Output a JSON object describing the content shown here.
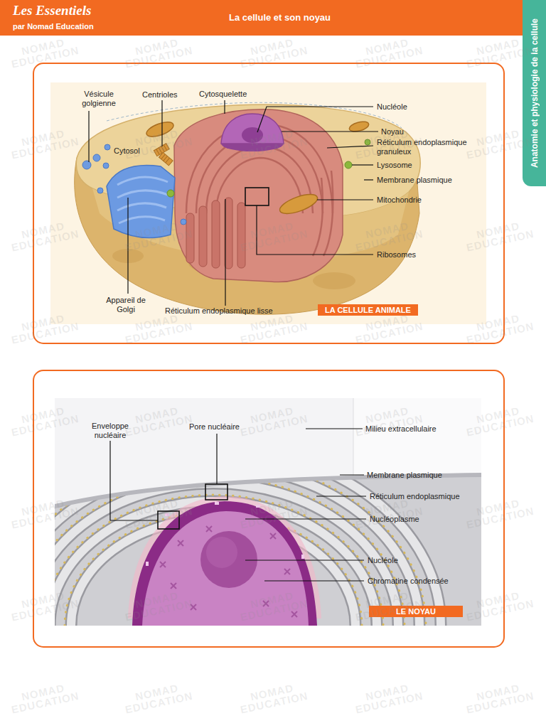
{
  "diagram": {
    "title": "La cellule et son noyau",
    "nodes": [
      {
        "text": [
          "Les Essentiels",
          "par Nomad Education"
        ]
      },
      {
        "text": [
          "Anatomie et physiologie de la cellule"
        ]
      },
      {
        "text": [
          "LA CELLULE ANIMALE"
        ]
      },
      {
        "text": [
          "LE NOYAU"
        ]
      }
    ],
    "labels": [
      "Vésicule golgienne",
      "Centrioles",
      "Cytosquelette",
      "Cytosol",
      "Nucléole",
      "Noyau",
      "Réticulum endoplasmique granuleux",
      "Lysosome",
      "Membrane plasmique",
      "Mitochondrie",
      "Ribosomes",
      "Appareil de Golgi",
      "Réticulum endoplasmique lisse",
      "Enveloppe nucléaire",
      "Pore nucléaire",
      "Milieu extracellulaire",
      "Membrane plasmique",
      "Réticulum endoplasmique",
      "Nucléoplasme",
      "Nucléole",
      "Chromatine condensée",
      "NOMAD EDUCATION",
      "NOMAD EDUCATION",
      "NOMAD EDUCATION",
      "NOMAD EDUCATION",
      "NOMAD EDUCATION",
      "NOMAD EDUCATION",
      "NOMAD EDUCATION",
      "NOMAD EDUCATION",
      "NOMAD EDUCATION",
      "NOMAD EDUCATION",
      "NOMAD EDUCATION",
      "NOMAD EDUCATION",
      "NOMAD EDUCATION",
      "NOMAD EDUCATION",
      "NOMAD EDUCATION",
      "NOMAD EDUCATION",
      "NOMAD EDUCATION",
      "NOMAD EDUCATION",
      "NOMAD EDUCATION",
      "NOMAD EDUCATION",
      "NOMAD EDUCATION",
      "NOMAD EDUCATION",
      "NOMAD EDUCATION",
      "NOMAD EDUCATION",
      "NOMAD EDUCATION",
      "NOMAD EDUCATION",
      "NOMAD EDUCATION",
      "NOMAD EDUCATION",
      "NOMAD EDUCATION",
      "NOMAD EDUCATION",
      "NOMAD EDUCATION",
      "NOMAD EDUCATION",
      "NOMAD EDUCATION",
      "NOMAD EDUCATION",
      "NOMAD EDUCATION",
      "NOMAD EDUCATION",
      "NOMAD EDUCATION",
      "NOMAD EDUCATION",
      "NOMAD EDUCATION",
      "NOMAD EDUCATION"
    ]
  }
}
